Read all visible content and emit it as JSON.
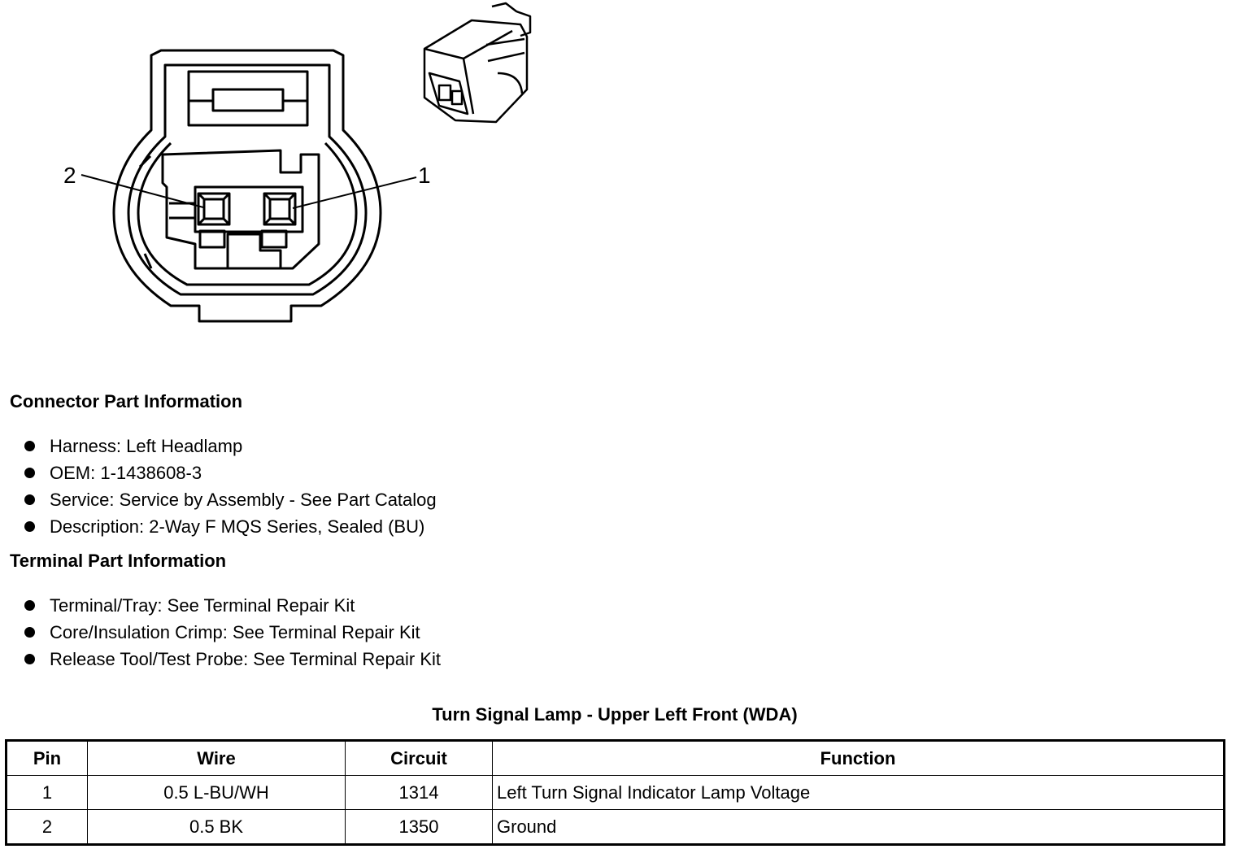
{
  "diagram": {
    "pin_callouts": [
      "2",
      "1"
    ]
  },
  "connector_info": {
    "title": "Connector Part Information",
    "items": [
      "Harness: Left Headlamp",
      "OEM: 1-1438608-3",
      "Service: Service by Assembly - See Part Catalog",
      "Description: 2-Way F MQS Series, Sealed (BU)"
    ]
  },
  "terminal_info": {
    "title": "Terminal Part Information",
    "items": [
      "Terminal/Tray: See Terminal Repair Kit",
      "Core/Insulation Crimp: See Terminal Repair Kit",
      "Release Tool/Test Probe: See Terminal Repair Kit"
    ]
  },
  "pinout": {
    "title": "Turn Signal Lamp - Upper Left Front (WDA)",
    "headers": [
      "Pin",
      "Wire",
      "Circuit",
      "Function"
    ],
    "rows": [
      [
        "1",
        "0.5 L-BU/WH",
        "1314",
        "Left Turn Signal Indicator Lamp Voltage"
      ],
      [
        "2",
        "0.5 BK",
        "1350",
        "Ground"
      ]
    ]
  }
}
